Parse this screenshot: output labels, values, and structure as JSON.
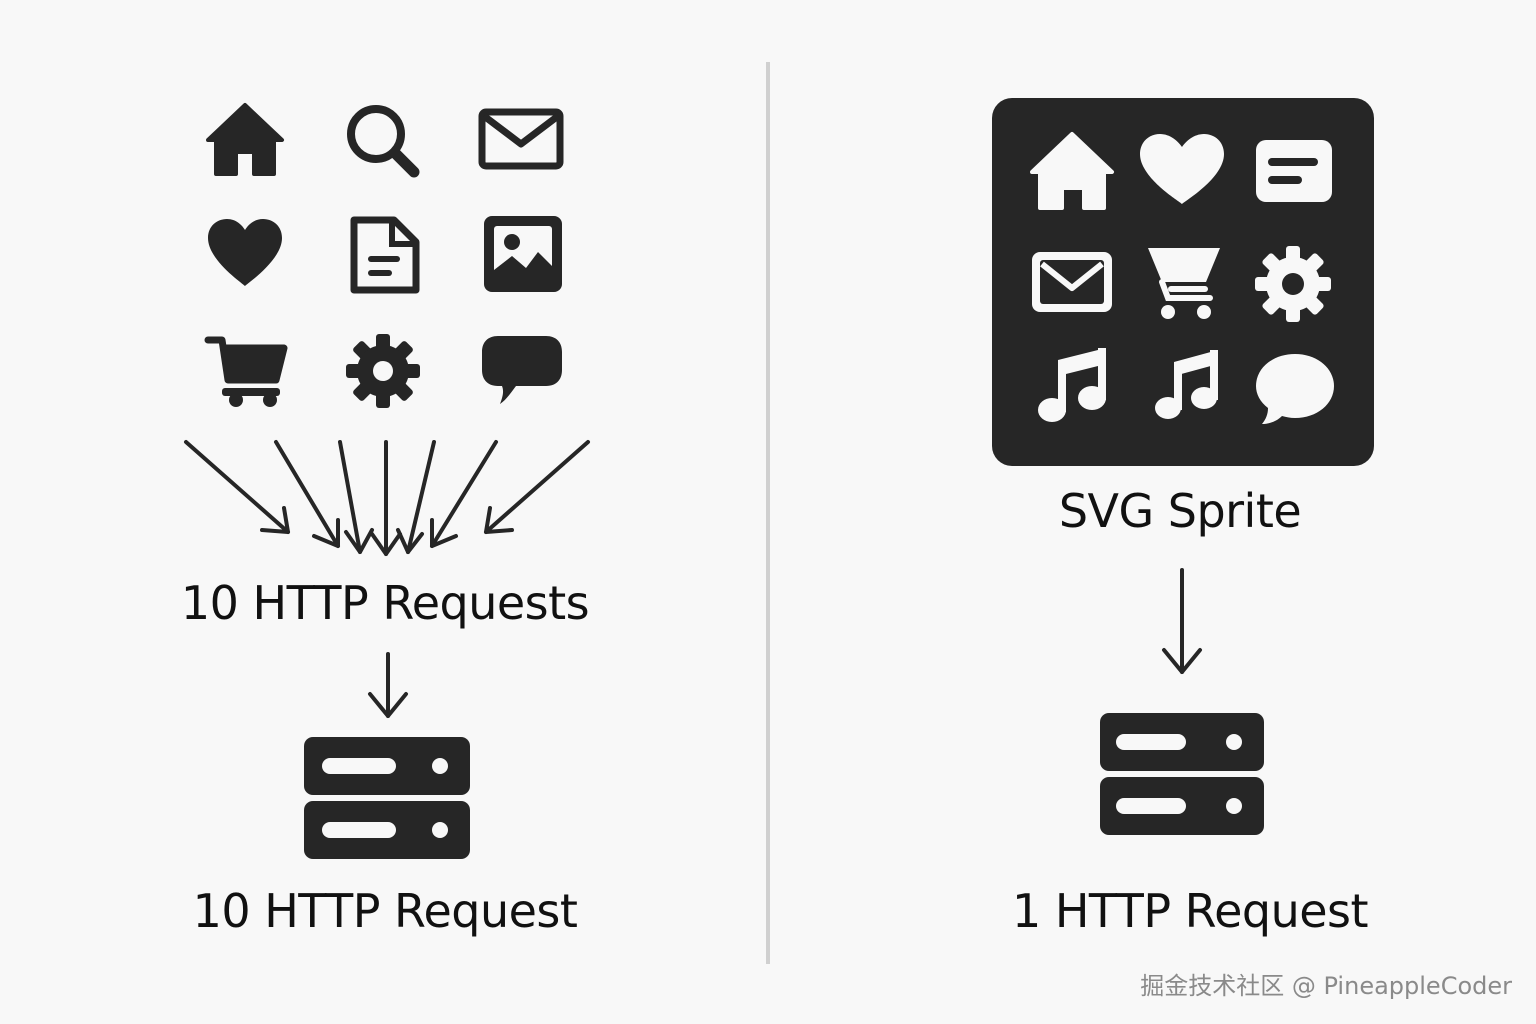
{
  "left_panel": {
    "icons": [
      "home-icon",
      "search-icon",
      "mail-icon",
      "heart-icon",
      "document-icon",
      "image-icon",
      "cart-icon",
      "gear-icon",
      "chat-bubble-icon"
    ],
    "requests_label": "10 HTTP Requests",
    "server_label": "10 HTTP Request"
  },
  "right_panel": {
    "sprite_icons": [
      "home-icon",
      "heart-icon",
      "card-icon",
      "mail-icon",
      "cart-icon",
      "gear-icon",
      "music-note-icon",
      "music-note-icon",
      "chat-bubble-icon"
    ],
    "sprite_label": "SVG Sprite",
    "server_label": "1 HTTP Request"
  },
  "colors": {
    "ink": "#262626",
    "background": "#f8f8f8",
    "divider": "#d0d0d0"
  },
  "watermark": "掘金技术社区 @ PineappleCoder"
}
